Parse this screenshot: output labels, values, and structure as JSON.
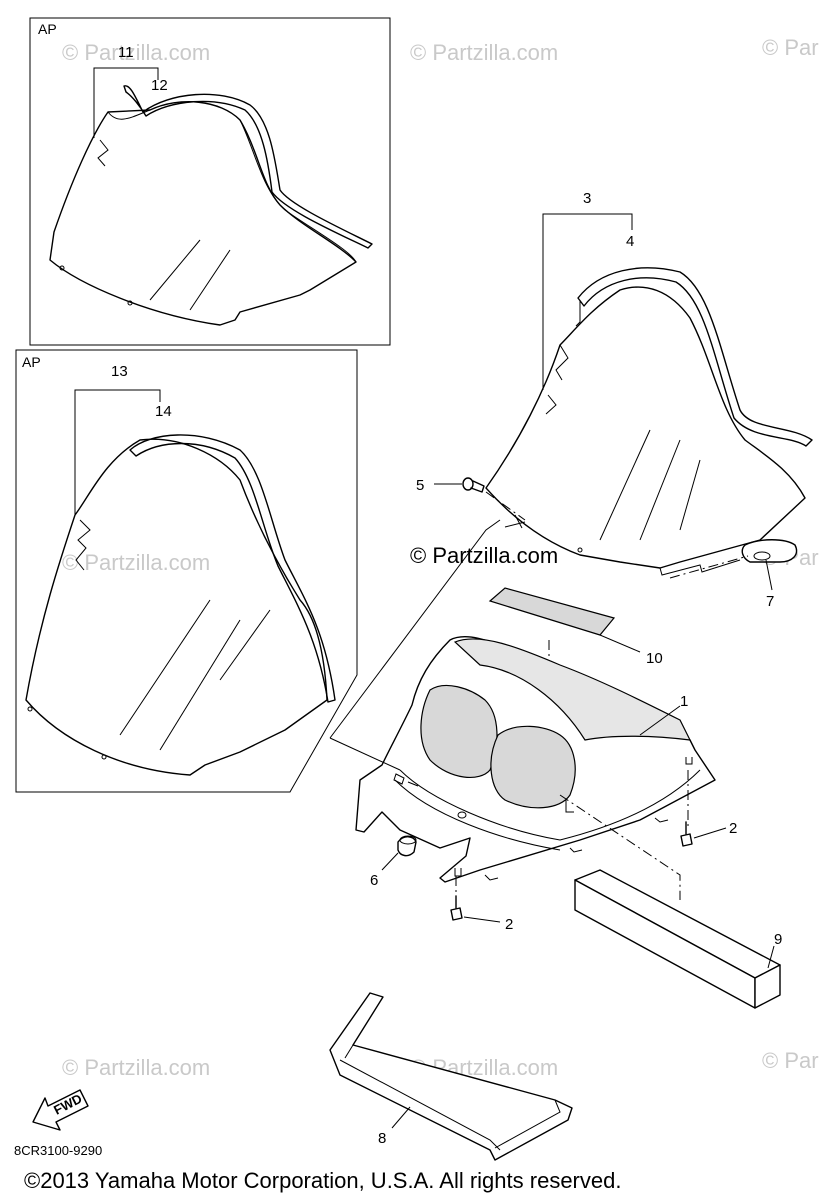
{
  "boxes": {
    "ap_top": "AP",
    "ap_left": "AP"
  },
  "callouts": {
    "c1": "1",
    "c2a": "2",
    "c2b": "2",
    "c3": "3",
    "c4": "4",
    "c5": "5",
    "c6": "6",
    "c7": "7",
    "c8": "8",
    "c9": "9",
    "c10": "10",
    "c11": "11",
    "c12": "12",
    "c13": "13",
    "c14": "14"
  },
  "watermark": {
    "small": "© Partzilla.com",
    "small_clip": "© Par",
    "center": "© Partzilla.com"
  },
  "fwd_label": "FWD",
  "diagram_code": "8CR3100-9290",
  "copyright": "©2013 Yamaha Motor Corporation, U.S.A. All rights reserved."
}
